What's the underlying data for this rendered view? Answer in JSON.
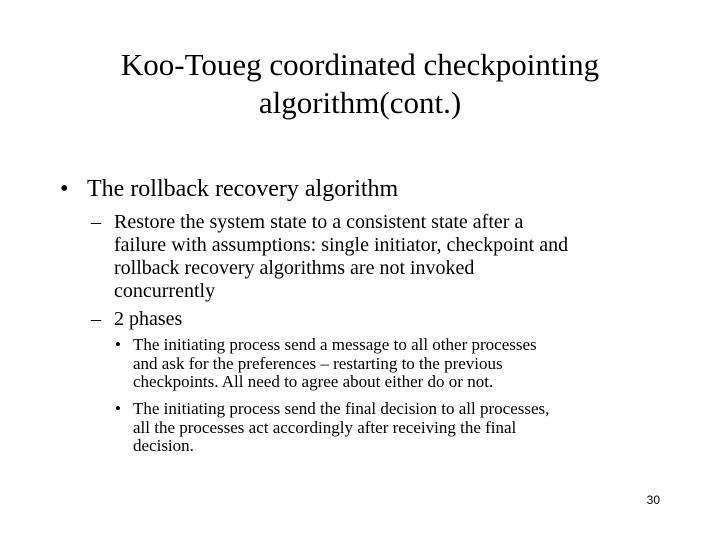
{
  "slide": {
    "title_lines": [
      "Koo-Toueg coordinated checkpointing",
      "algorithm(cont.)"
    ],
    "bullet_glyph": "•",
    "dash_glyph": "–",
    "bullet": {
      "text": "The rollback recovery algorithm"
    },
    "subitems": [
      {
        "lines": [
          "Restore the system state to a consistent state after a",
          "failure with assumptions: single initiator, checkpoint and",
          "rollback recovery algorithms are not invoked",
          "concurrently"
        ]
      },
      {
        "lines": [
          "2 phases"
        ]
      }
    ],
    "phases": [
      {
        "lines": [
          "The initiating process send a message to all other processes",
          "and ask for the preferences – restarting to the previous",
          "checkpoints. All need to agree about either do or not."
        ]
      },
      {
        "lines": [
          "The initiating process send the final decision to all processes,",
          "all the processes act accordingly after receiving  the final",
          "decision."
        ]
      }
    ],
    "page_number": "30"
  }
}
